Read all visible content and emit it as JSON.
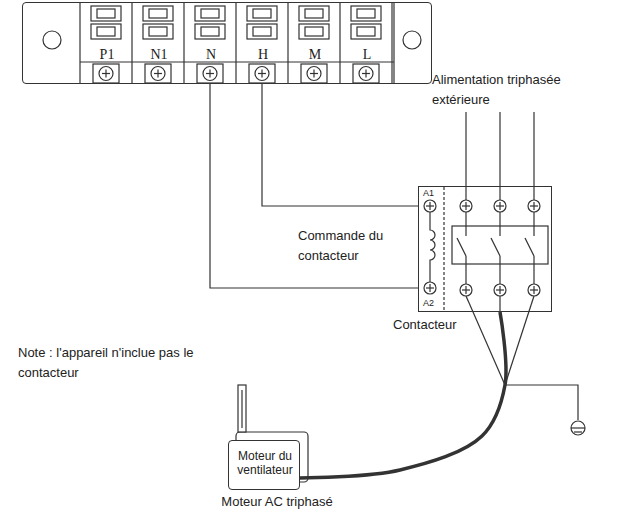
{
  "diagram": {
    "nodes": [
      {
        "text": [
          "P1",
          "N1",
          "N",
          "H",
          "M",
          "L"
        ]
      },
      {
        "text": [
          "A1",
          "A2",
          "Contacteur"
        ]
      },
      {
        "text": [
          "Moteur du ventilateur",
          "Moteur AC triphasé"
        ]
      }
    ],
    "edges": [
      {
        "from": 0,
        "to": 1,
        "arrow": "none",
        "label": "Commande du contacteur"
      },
      {
        "from": 0,
        "to": 1,
        "arrow": "none"
      },
      {
        "from": 1,
        "to": 2,
        "arrow": "none"
      }
    ],
    "labels": [
      "Alimentation triphasée extérieure",
      "Note : l'appareil n'inclue pas le contacteur"
    ]
  }
}
